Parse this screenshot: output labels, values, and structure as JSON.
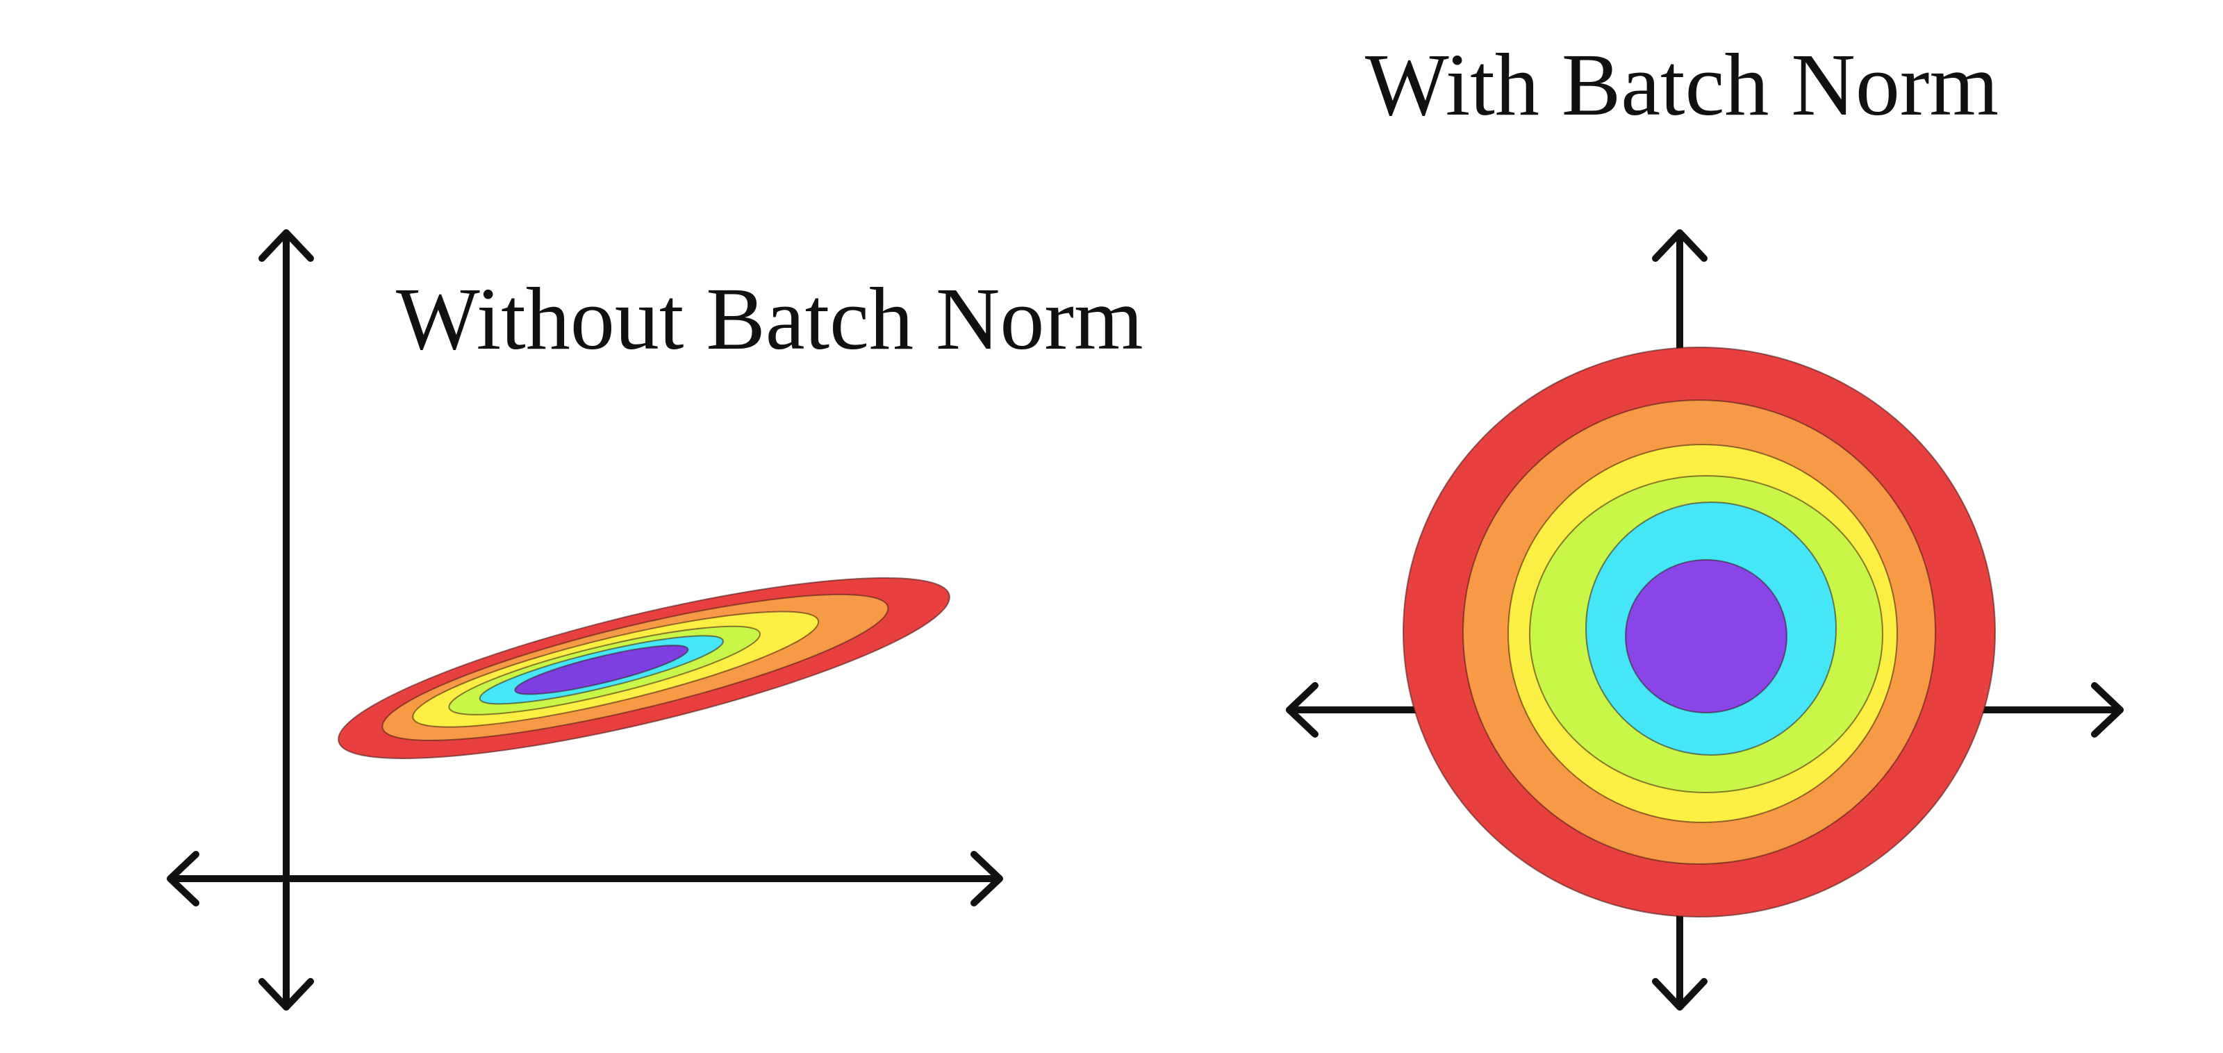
{
  "panels": [
    {
      "id": "without",
      "title": "Without Batch Norm",
      "contour_colors": [
        "#e8403f",
        "#f79a45",
        "#fbef43",
        "#c9f748",
        "#45e6f5",
        "#7d3fe0"
      ]
    },
    {
      "id": "with",
      "title": "With Batch Norm",
      "contour_colors": [
        "#e8403f",
        "#f79a45",
        "#fbef43",
        "#c9f748",
        "#45e6f5",
        "#8a45e8"
      ]
    }
  ]
}
